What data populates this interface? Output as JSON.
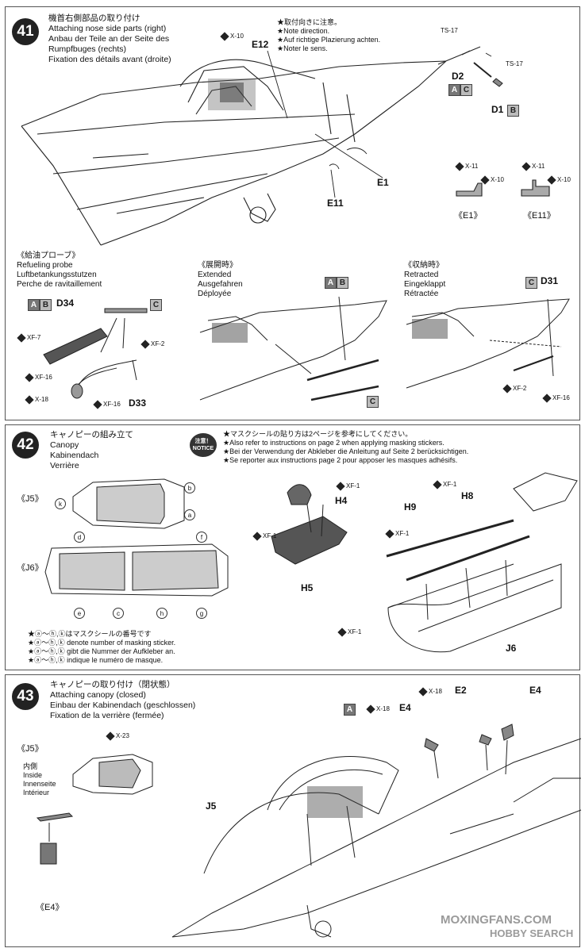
{
  "s41": {
    "num": "41",
    "title_ja": "機首右側部品の取り付け",
    "title_en": "Attaching nose side parts (right)",
    "title_de1": "Anbau der Teile an der Seite des",
    "title_de2": "Rumpfbuges (rechts)",
    "title_fr": "Fixation des détails avant (droite)",
    "note_ja": "★取付向きに注意。",
    "note_en": "★Note direction.",
    "note_de": "★Auf richtige Plazierung achten.",
    "note_fr": "★Noter le sens.",
    "paint_x10": "X-10",
    "part_e12": "E12",
    "part_e1": "E1",
    "part_e11": "E11",
    "ts17a": "TS-17",
    "ts17b": "TS-17",
    "part_d2": "D2",
    "part_d1": "D1",
    "box_a": "A",
    "box_c": "C",
    "box_b": "B",
    "e1_x11": "X-11",
    "e1_x10": "X-10",
    "e1_label": "《E1》",
    "e11_x11": "X-11",
    "e11_x10": "X-10",
    "e11_label": "《E11》",
    "probe_ja": "《給油プローブ》",
    "probe_en": "Refueling probe",
    "probe_de": "Luftbetankungsstutzen",
    "probe_fr": "Perche de ravitaillement",
    "probe_boxes": [
      "A",
      "B"
    ],
    "probe_d34": "D34",
    "probe_c": "C",
    "probe_xf7": "XF-7",
    "probe_xf2": "XF-2",
    "probe_xf16a": "XF-16",
    "probe_x18": "X-18",
    "probe_xf16b": "XF-16",
    "probe_d33": "D33",
    "ext_ja": "《展開時》",
    "ext_en": "Extended",
    "ext_de": "Ausgefahren",
    "ext_fr": "Déployée",
    "ext_boxes": [
      "A",
      "B"
    ],
    "ext_c": "C",
    "ret_ja": "《収納時》",
    "ret_en": "Retracted",
    "ret_de": "Eingeklappt",
    "ret_fr": "Rétractée",
    "ret_c": "C",
    "ret_d31": "D31",
    "ret_xf2": "XF-2",
    "ret_xf16": "XF-16"
  },
  "s42": {
    "num": "42",
    "title_ja": "キャノピーの組み立て",
    "title_en": "Canopy",
    "title_de": "Kabinendach",
    "title_fr": "Verrière",
    "notice_ja": "注意！",
    "notice_en": "NOTICE",
    "mask_ja": "★マスクシールの貼り方は2ページを参考にしてください。",
    "mask_en": "★Also refer to instructions on page 2 when applying masking stickers.",
    "mask_de": "★Bei der Verwendung der Abkleber die Anleitung auf Seite 2 berücksichtigen.",
    "mask_fr": "★Se reporter aux instructions page 2 pour apposer les masques adhésifs.",
    "j5": "《J5》",
    "j6": "《J6》",
    "letters": [
      "a",
      "b",
      "k",
      "d",
      "f",
      "e",
      "c",
      "h",
      "g"
    ],
    "legend_ja": "★ⓐ～ⓗ,ⓚはマスクシールの番号です",
    "legend_en": "★ⓐ～ⓗ,ⓚ denote number of masking sticker.",
    "legend_de": "★ⓐ～ⓗ,ⓚ gibt die Nummer der Aufkleber an.",
    "legend_fr": "★ⓐ～ⓗ,ⓚ indique le numéro de masque.",
    "xf1_a": "XF-1",
    "part_h4": "H4",
    "xf1_b": "XF-1",
    "part_h5": "H5",
    "xf1_c": "XF-1",
    "part_h8": "H8",
    "part_h9": "H9",
    "xf1_d": "XF-1",
    "xf1_e": "XF-1",
    "part_j6": "J6"
  },
  "s43": {
    "num": "43",
    "title_ja": "キャノピーの取り付け（閉状態）",
    "title_en": "Attaching canopy (closed)",
    "title_de": "Einbau der Kabinendach (geschlossen)",
    "title_fr": "Fixation de la verrière (fermée)",
    "j5": "《J5》",
    "x23": "X-23",
    "inside_ja": "内側",
    "inside_en": "Inside",
    "inside_de": "Innenseite",
    "inside_fr": "Intérieur",
    "e4_label": "《E4》",
    "box_a": "A",
    "x18_e4": "X-18",
    "part_e4": "E4",
    "x18_e2": "X-18",
    "part_e2": "E2",
    "part_e4b": "E4",
    "part_j5": "J5"
  },
  "watermark": {
    "line1": "MOXINGFANS.COM",
    "line2": "HOBBY SEARCH"
  }
}
